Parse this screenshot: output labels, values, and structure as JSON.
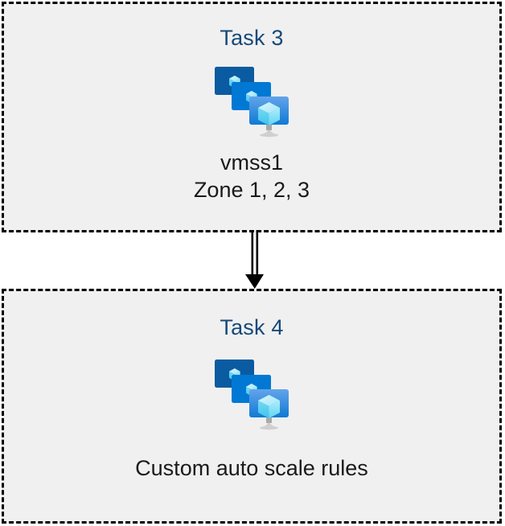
{
  "diagram": {
    "background_color": "#ffffff",
    "box_fill_color": "#f0f0f0",
    "box_border_color": "#000000",
    "title_color": "#15497b",
    "caption_color": "#1a1a1a",
    "arrow_color": "#000000"
  },
  "boxes": [
    {
      "id": "task-3",
      "title": "Task 3",
      "icon": "azure-vm-scale-set-icon",
      "caption_lines": [
        "vmss1",
        "Zone 1, 2, 3"
      ]
    },
    {
      "id": "task-4",
      "title": "Task 4",
      "icon": "azure-vm-scale-set-icon",
      "caption_lines": [
        "Custom auto scale rules"
      ]
    }
  ],
  "connector": {
    "name": "down-arrow",
    "from": "Task 3",
    "to": "Task 4",
    "direction": "down",
    "style": "double-line-block-arrow"
  },
  "icon_colors": {
    "monitor_back": "#0a5ba1",
    "monitor_middle": "#0078d4",
    "monitor_front_top": "#63a4ea",
    "monitor_front_bottom": "#0f7ad4",
    "cube_light": "#c3f1fb",
    "cube_mid": "#64d7f4",
    "cube_dark": "#32bdee",
    "stand": "#b3b3b3"
  }
}
